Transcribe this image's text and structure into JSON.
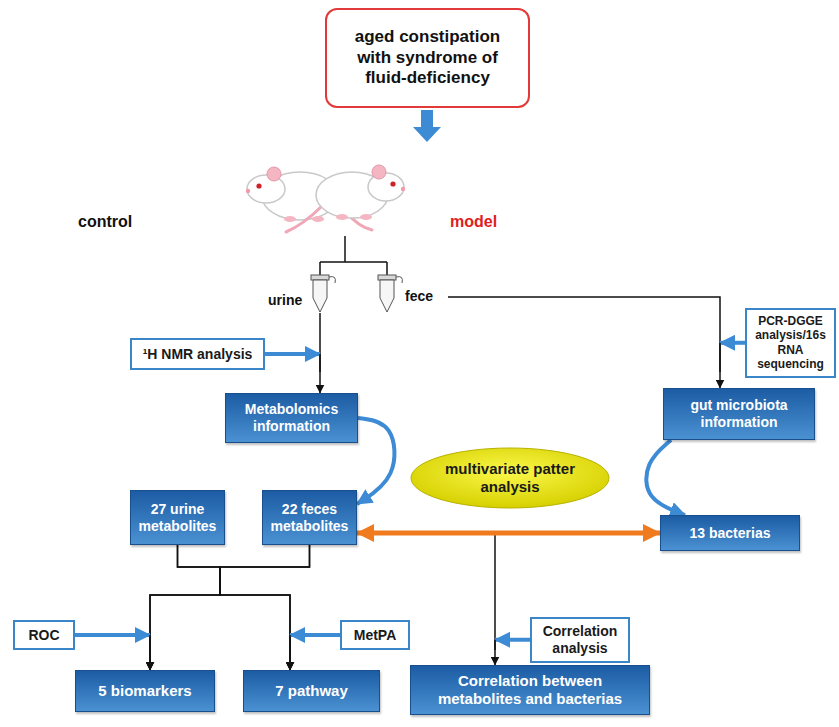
{
  "diagram": {
    "nodes": [
      {
        "text": [
          "aged constipation with syndrome of fluid-deficiency"
        ]
      },
      {
        "text": [
          "¹H NMR analysis"
        ]
      },
      {
        "text": [
          "PCR-DGGE analysis/16s RNA sequencing"
        ]
      },
      {
        "text": [
          "Metabolomics information"
        ]
      },
      {
        "text": [
          "gut microbiota information"
        ]
      },
      {
        "text": [
          "multivariate patter analysis"
        ]
      },
      {
        "text": [
          "27 urine metabolites"
        ]
      },
      {
        "text": [
          "22 feces metabolites"
        ]
      },
      {
        "text": [
          "13 bacterias"
        ]
      },
      {
        "text": [
          "ROC"
        ]
      },
      {
        "text": [
          "MetPA"
        ]
      },
      {
        "text": [
          "Correlation analysis"
        ]
      },
      {
        "text": [
          "5 biomarkers"
        ]
      },
      {
        "text": [
          "7 pathway"
        ]
      },
      {
        "text": [
          "Correlation between metabolites and bacterias"
        ]
      }
    ],
    "edges": [
      {
        "from": 1,
        "to": 3,
        "arrow": "to"
      },
      {
        "from": 2,
        "to": 4,
        "arrow": "to"
      },
      {
        "from": 3,
        "to": 7,
        "arrow": "to"
      },
      {
        "from": 4,
        "to": 8,
        "arrow": "to"
      },
      {
        "from": 7,
        "to": 8,
        "arrow": "both"
      },
      {
        "from": 6,
        "to": 12,
        "arrow": "to"
      },
      {
        "from": 6,
        "to": 13,
        "arrow": "to"
      },
      {
        "from": 7,
        "to": 12,
        "arrow": "to"
      },
      {
        "from": 7,
        "to": 13,
        "arrow": "to"
      },
      {
        "from": 9,
        "to": 12,
        "arrow": "to"
      },
      {
        "from": 10,
        "to": 13,
        "arrow": "to"
      },
      {
        "from": 11,
        "to": 14,
        "arrow": "to"
      }
    ],
    "labels": [
      "control",
      "model",
      "urine",
      "fece"
    ]
  }
}
